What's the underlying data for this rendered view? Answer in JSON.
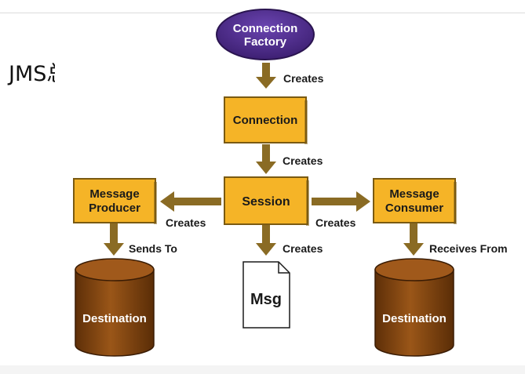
{
  "page": {
    "title": "JMS总体架构图"
  },
  "diagram": {
    "factory": {
      "line1": "Connection",
      "line2": "Factory"
    },
    "connection": "Connection",
    "session": "Session",
    "producer": {
      "line1": "Message",
      "line2": "Producer"
    },
    "consumer": {
      "line1": "Message",
      "line2": "Consumer"
    },
    "msg": "Msg",
    "dest_left": "Destination",
    "dest_right": "Destination",
    "edges": {
      "factory_to_connection": "Creates",
      "connection_to_session": "Creates",
      "session_to_producer": "Creates",
      "session_to_consumer": "Creates",
      "session_to_msg": "Creates",
      "producer_to_dest": "Sends To",
      "consumer_from_dest": "Receives From"
    },
    "colors": {
      "node_fill": "#f5b427",
      "factory_fill": "#4b2a86",
      "arrow": "#8a6b24",
      "cylinder": "#8a4a12",
      "text_light": "#ffffff",
      "text_dark": "#1a1a1a"
    }
  }
}
